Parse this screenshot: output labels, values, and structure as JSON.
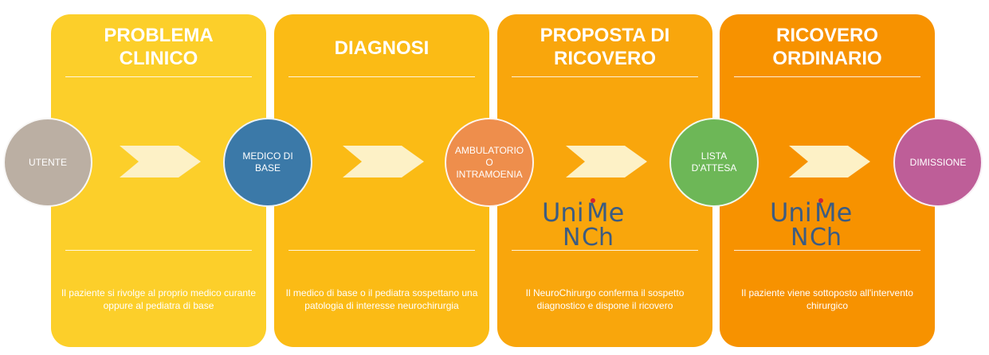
{
  "colors": {
    "panel_1": "#FCCF2A",
    "panel_2": "#FBBB15",
    "panel_3": "#F9A60C",
    "panel_4": "#F79200",
    "arrow": "#FDF1C6",
    "node_utente": "#BBAFA3",
    "node_medico": "#3B79A8",
    "node_ambulatorio": "#EE8E4C",
    "node_lista": "#6DB757",
    "node_dimissione": "#BE5E98",
    "logo_blue": "#3C5C82",
    "logo_red": "#D8252E"
  },
  "panels": [
    {
      "title": "PROBLEMA\nCLINICO",
      "description": "Il paziente si rivolge al proprio medico curante oppure al pediatra di base"
    },
    {
      "title": "DIAGNOSI",
      "description": "Il medico di base o il pediatra sospettano una patologia di interesse neurochirurgia"
    },
    {
      "title": "PROPOSTA DI\nRICOVERO",
      "description": "Il NeuroChirurgo conferma il sospetto diagnostico e dispone il ricovero"
    },
    {
      "title": "RICOVERO\nORDINARIO",
      "description": "Il paziente viene sottoposto all'intervento chirurgico"
    }
  ],
  "nodes": [
    {
      "label": "UTENTE"
    },
    {
      "label": "MEDICO DI\nBASE"
    },
    {
      "label": "AMBULATORIO\nO\nINTRAMOENIA"
    },
    {
      "label": "LISTA\nD'ATTESA"
    },
    {
      "label": "DIMISSIONE"
    }
  ],
  "logo": {
    "line1": "UniMe",
    "line2": "NCh",
    "icon": "unimenCh-logo-icon"
  }
}
